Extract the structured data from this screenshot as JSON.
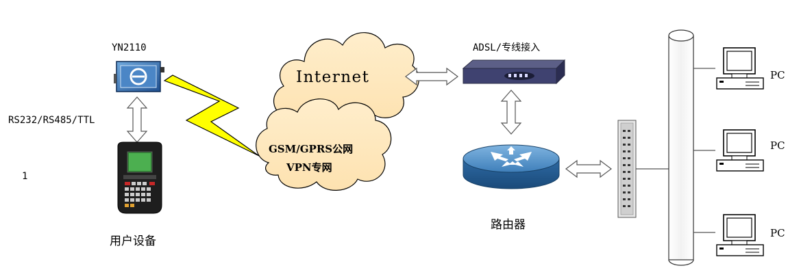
{
  "device": {
    "model": "YN2110"
  },
  "serial_link": {
    "label": "RS232/RS485/TTL"
  },
  "side_number": "1",
  "user_equipment": {
    "label": "用户设备"
  },
  "clouds": {
    "internet": "Internet",
    "gsm_line1": "GSM/GPRS公网",
    "gsm_line2": "VPN专网"
  },
  "adsl": {
    "label": "ADSL/专线接入"
  },
  "router": {
    "label": "路由器"
  },
  "pcs": [
    {
      "label": "PC"
    },
    {
      "label": "PC"
    },
    {
      "label": "PC"
    }
  ]
}
